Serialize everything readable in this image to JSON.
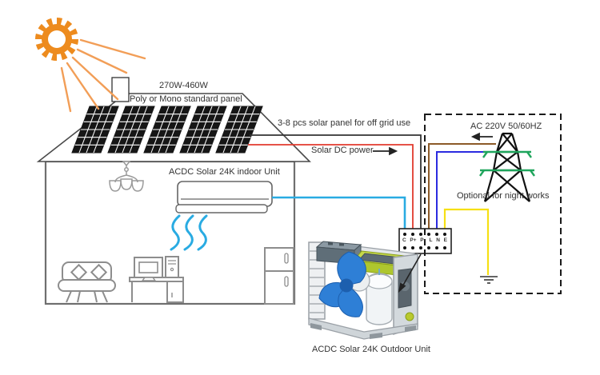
{
  "labels": {
    "panel_power": "270W-460W",
    "panel_type": "Poly or Mono standard panel",
    "panel_count": "3-8 pcs solar panel for off grid use",
    "solar_dc": "Solar DC power",
    "ac_power": "AC 220V 50/60HZ",
    "night_works": "Optional for night works",
    "indoor_unit": "ACDC Solar 24K indoor Unit",
    "outdoor_unit": "ACDC Solar 24K Outdoor Unit"
  },
  "terminal_block": {
    "labels": [
      "C",
      "P+",
      "P-",
      "L",
      "N",
      "E"
    ]
  },
  "colors": {
    "sun": "#ED8B1E",
    "ray": "#F29E57",
    "airflow": "#29ABE2",
    "wire_c": "#29ABE2",
    "wire_pplus": "#E23B2E",
    "wire_pminus": "#333333",
    "wire_live": "#8C5A28",
    "wire_neutral": "#2B2BE0",
    "wire_earth": "#F6E014",
    "tower": "#1FA55C",
    "fan": "#2E7FD6",
    "text": "#333333"
  }
}
